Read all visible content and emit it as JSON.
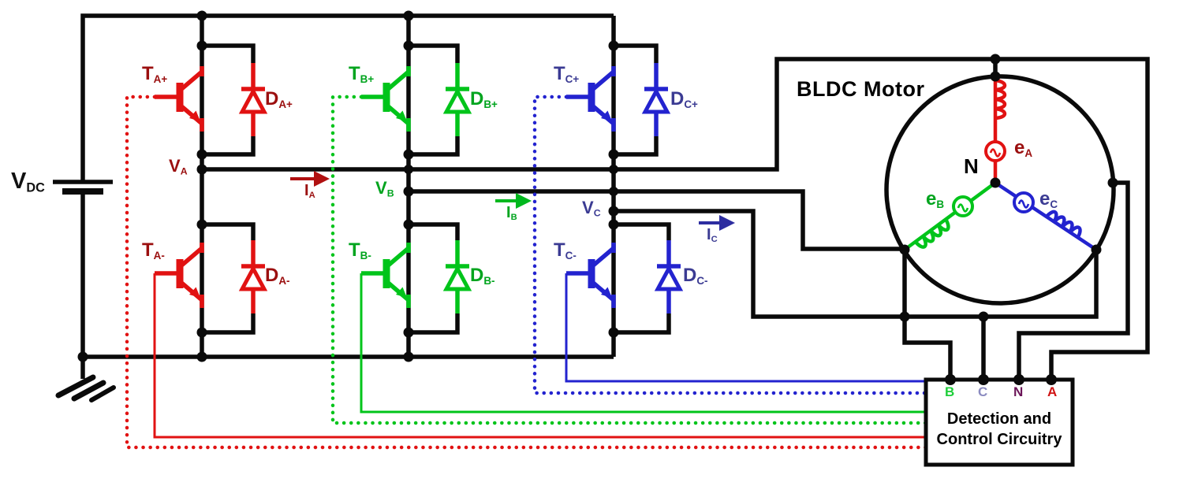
{
  "figure": {
    "type": "circuit-diagram",
    "description": "Three-phase inverter bridge driving a BLDC motor with detection and control circuitry"
  },
  "colors": {
    "phase_a_symbol": "#e11212",
    "phase_a_label": "#9b0f0f",
    "phase_b_symbol": "#00c41a",
    "phase_b_label": "#00a41e",
    "phase_c_symbol": "#2323cf",
    "phase_c_label": "#3b3b93",
    "wire_black": "#0a0a0a",
    "terminal_b": "#1fce3a",
    "terminal_c": "#8b8bc0",
    "terminal_n": "#6b1458",
    "terminal_a": "#d01414"
  },
  "dc_source": {
    "main": "V",
    "sub": "DC"
  },
  "phases": [
    {
      "id": "A",
      "upper_transistor": {
        "main": "T",
        "sub": "A+"
      },
      "upper_diode": {
        "main": "D",
        "sub": "A+"
      },
      "lower_transistor": {
        "main": "T",
        "sub": "A-"
      },
      "lower_diode": {
        "main": "D",
        "sub": "A-"
      },
      "node_voltage": {
        "main": "V",
        "sub": "A"
      },
      "current": {
        "main": "I",
        "sub": "A"
      }
    },
    {
      "id": "B",
      "upper_transistor": {
        "main": "T",
        "sub": "B+"
      },
      "upper_diode": {
        "main": "D",
        "sub": "B+"
      },
      "lower_transistor": {
        "main": "T",
        "sub": "B-"
      },
      "lower_diode": {
        "main": "D",
        "sub": "B-"
      },
      "node_voltage": {
        "main": "V",
        "sub": "B"
      },
      "current": {
        "main": "I",
        "sub": "B"
      }
    },
    {
      "id": "C",
      "upper_transistor": {
        "main": "T",
        "sub": "C+"
      },
      "upper_diode": {
        "main": "D",
        "sub": "C+"
      },
      "lower_transistor": {
        "main": "T",
        "sub": "C-"
      },
      "lower_diode": {
        "main": "D",
        "sub": "C-"
      },
      "node_voltage": {
        "main": "V",
        "sub": "C"
      },
      "current": {
        "main": "I",
        "sub": "C"
      }
    }
  ],
  "motor": {
    "title": "BLDC Motor",
    "neutral_label": "N",
    "emf": [
      {
        "main": "e",
        "sub": "A"
      },
      {
        "main": "e",
        "sub": "B"
      },
      {
        "main": "e",
        "sub": "C"
      }
    ]
  },
  "control_box": {
    "line1": "Detection and",
    "line2": "Control Circuitry",
    "terminals": [
      {
        "letter": "B"
      },
      {
        "letter": "C"
      },
      {
        "letter": "N"
      },
      {
        "letter": "A"
      }
    ]
  }
}
